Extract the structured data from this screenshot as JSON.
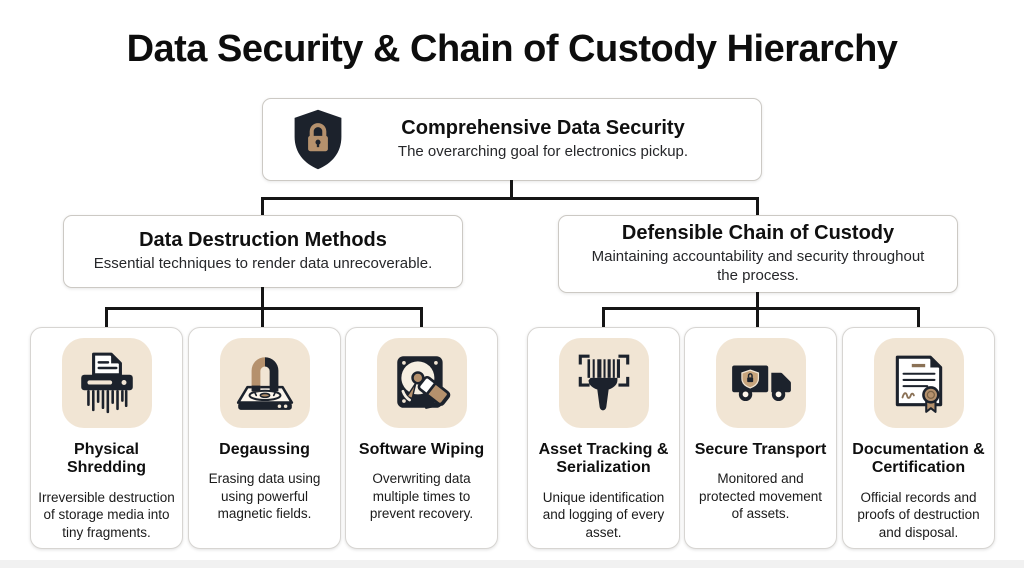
{
  "page": {
    "title": "Data Security & Chain of Custody Hierarchy"
  },
  "root": {
    "title": "Comprehensive Data Security",
    "subtitle": "The overarching goal for electronics pickup.",
    "icon": "shield-lock-icon"
  },
  "branches": [
    {
      "title": "Data Destruction Methods",
      "subtitle": "Essential techniques to render data unrecoverable."
    },
    {
      "title": "Defensible Chain of Custody",
      "subtitle": "Maintaining accountability and security throughout the process."
    }
  ],
  "leaves": [
    {
      "title": "Physical Shredding",
      "description": "Irreversible destruction of storage media into tiny fragments.",
      "icon": "shredder-icon"
    },
    {
      "title": "Degaussing",
      "description": "Erasing data using using powerful magnetic fields.",
      "icon": "magnet-hdd-icon"
    },
    {
      "title": "Software Wiping",
      "description": "Overwriting data multiple times to prevent recovery.",
      "icon": "hdd-eraser-icon"
    },
    {
      "title": "Asset Tracking & Serialization",
      "description": "Unique identification and logging of every asset.",
      "icon": "barcode-scanner-icon"
    },
    {
      "title": "Secure Transport",
      "description": "Monitored and protected movement of assets.",
      "icon": "secure-truck-icon"
    },
    {
      "title": "Documentation & Certification",
      "description": "Official records and proofs of destruction and disposal.",
      "icon": "certificate-seal-icon"
    }
  ],
  "colors": {
    "icon_dark": "#1c222c",
    "icon_tan": "#b5916d",
    "tile_background": "#f1e5d4",
    "connector": "#151515",
    "card_border": "#d7d5d2"
  }
}
